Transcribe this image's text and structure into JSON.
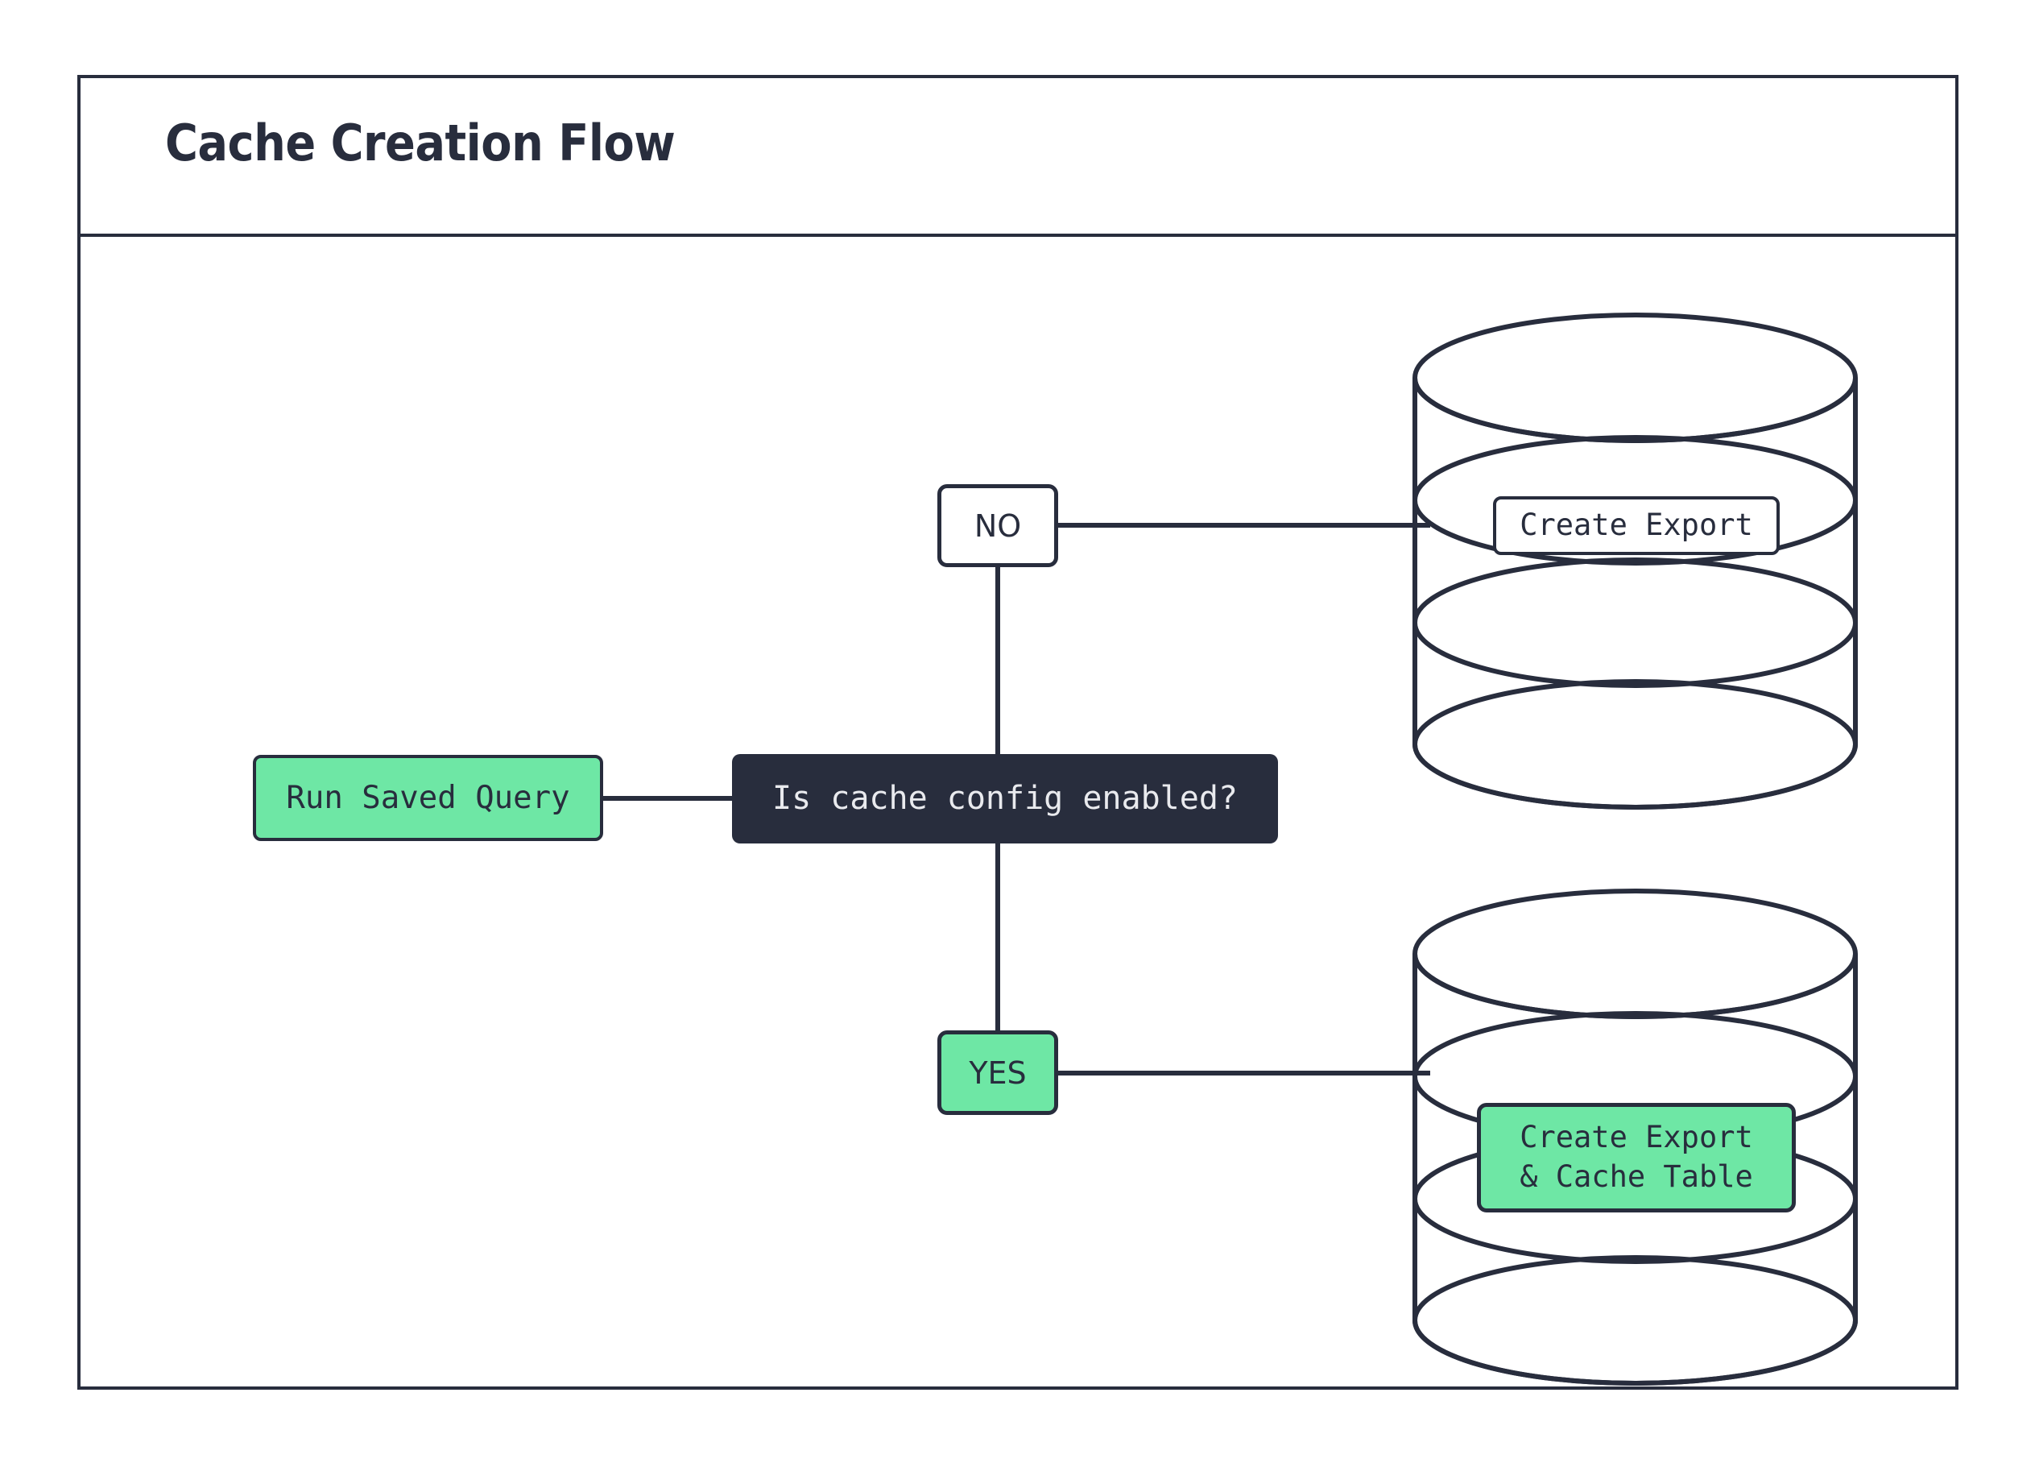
{
  "diagram": {
    "title": "Cache Creation Flow",
    "type": "flowchart",
    "theme": {
      "accent_green": "#6ee7a5",
      "dark_navy": "#282d3d",
      "background": "#ffffff",
      "light_text": "#e9eaee"
    },
    "nodes": [
      {
        "id": "run-saved-query",
        "label": "Run Saved Query",
        "shape": "rounded-rect",
        "fill": "#6ee7a5",
        "text_color": "#282d3d"
      },
      {
        "id": "cache-config-decision",
        "label": "Is cache config enabled?",
        "shape": "rounded-rect",
        "fill": "#282d3d",
        "text_color": "#e9eaee"
      },
      {
        "id": "branch-no",
        "label": "NO",
        "shape": "rounded-rect",
        "fill": "#ffffff",
        "text_color": "#282d3d"
      },
      {
        "id": "branch-yes",
        "label": "YES",
        "shape": "rounded-rect",
        "fill": "#6ee7a5",
        "text_color": "#282d3d"
      },
      {
        "id": "database-export",
        "label": "Create Export",
        "shape": "cylinder-stack",
        "fill": "#ffffff",
        "text_color": "#282d3d"
      },
      {
        "id": "database-export-cache",
        "label": "Create Export\n& Cache Table",
        "label_line1": "Create Export",
        "label_line2": "& Cache Table",
        "shape": "cylinder-stack",
        "fill": "#6ee7a5",
        "text_color": "#282d3d"
      }
    ],
    "edges": [
      {
        "from": "run-saved-query",
        "to": "cache-config-decision",
        "label": ""
      },
      {
        "from": "cache-config-decision",
        "to": "branch-no",
        "label": ""
      },
      {
        "from": "cache-config-decision",
        "to": "branch-yes",
        "label": ""
      },
      {
        "from": "branch-no",
        "to": "database-export",
        "label": ""
      },
      {
        "from": "branch-yes",
        "to": "database-export-cache",
        "label": ""
      }
    ]
  }
}
